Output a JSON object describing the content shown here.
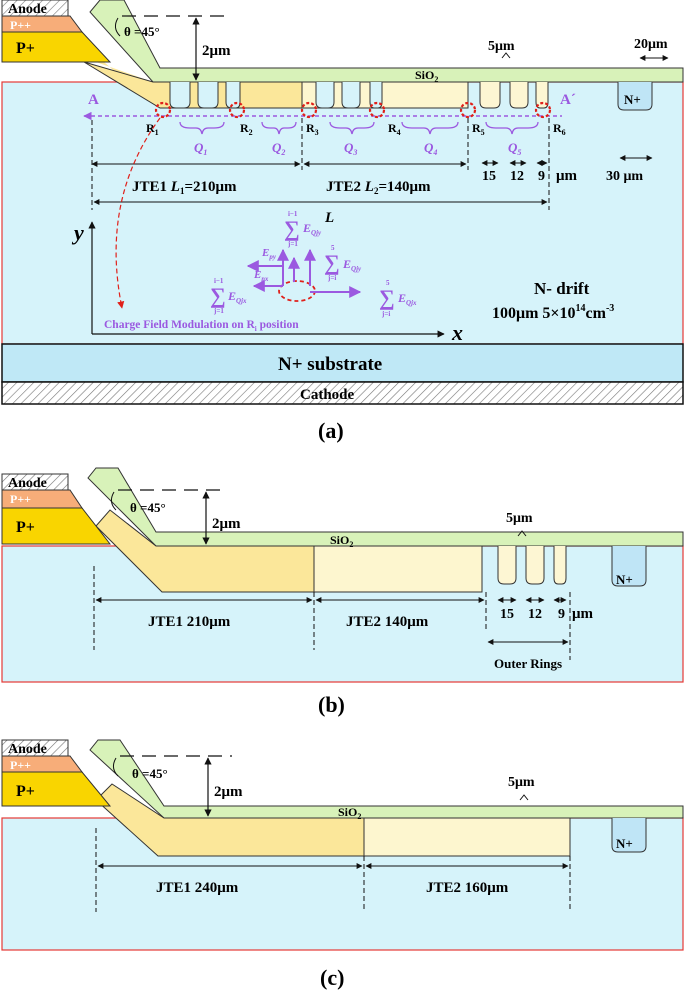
{
  "colors": {
    "drift": "#d6f3fa",
    "substrate": "#bfe8f6",
    "oxide": "#d8f2b9",
    "pplus": "#f9d500",
    "ppp": "#f7ad79",
    "jte1": "#fbe79a",
    "jte2": "#fdf6cf",
    "ring": "#fdf6d3",
    "nplus": "#bfe5f6",
    "border_red": "#e53935",
    "field_purple": "#9b59e0",
    "circle_red": "#e0201a",
    "text": "#111111"
  },
  "panel_a": {
    "anode": "Anode",
    "ppp": "P++",
    "pplus": "P+",
    "theta": "θ =45°",
    "oxide_thickness": "2μm",
    "sio2": "SiO",
    "sio2_sub": "2",
    "ring_spacing": "5μm",
    "edge_width": "20μm",
    "nplus": "N+",
    "point_a": "A",
    "point_a_prime": "A´",
    "ring_labels": [
      {
        "main": "R",
        "sub": "1"
      },
      {
        "main": "R",
        "sub": "2"
      },
      {
        "main": "R",
        "sub": "3"
      },
      {
        "main": "R",
        "sub": "4"
      },
      {
        "main": "R",
        "sub": "5"
      },
      {
        "main": "R",
        "sub": "6"
      }
    ],
    "charge_labels": [
      {
        "main": "Q",
        "sub": "1"
      },
      {
        "main": "Q",
        "sub": "2"
      },
      {
        "main": "Q",
        "sub": "3"
      },
      {
        "main": "Q",
        "sub": "4"
      },
      {
        "main": "Q",
        "sub": "5"
      }
    ],
    "jte1_label": "JTE1",
    "jte1_length_symbol": "L",
    "jte1_length_sub": "1",
    "jte1_length_value": "=210μm",
    "jte2_label": "JTE2",
    "jte2_length_symbol": "L",
    "jte2_length_sub": "2",
    "jte2_length_value": "=140μm",
    "ring_widths": [
      "15",
      "12",
      "9"
    ],
    "ring_width_unit": "μm",
    "nplus_width": "30 μm",
    "total_length": "L",
    "axis_y": "y",
    "axis_x": "x",
    "field_epy": "E",
    "field_epy_sub": "py",
    "field_epx": "E",
    "field_epx_sub": "px",
    "sum_symbol": "∑",
    "sum_qjy_left_top": "i−1",
    "sum_qjy_left_bottom": "j=1",
    "sum_qjy_right_top": "5",
    "sum_qjy_right_bottom": "j=i",
    "sum_qjx_left_top": "i−1",
    "sum_qjx_left_bottom": "j=1",
    "sum_qjx_right_top": "5",
    "sum_qjx_right_bottom": "j=i",
    "e_qjy": "E",
    "e_qjy_sub": "Qjy",
    "e_qjx": "E",
    "e_qjx_sub": "Qjx",
    "modulation_caption": "Charge Field Modulation on R",
    "modulation_caption_sub": "i",
    "modulation_caption_end": " position",
    "drift_label": "N- drift",
    "drift_spec": "100μm 5×10",
    "drift_spec_exp": "14",
    "drift_spec_unit": "cm",
    "drift_spec_unit_exp": "-3",
    "substrate": "N+ substrate",
    "cathode": "Cathode",
    "caption": "(a)"
  },
  "panel_b": {
    "anode": "Anode",
    "ppp": "P++",
    "pplus": "P+",
    "theta": "θ =45°",
    "oxide_thickness": "2μm",
    "sio2": "SiO",
    "sio2_sub": "2",
    "ring_spacing": "5μm",
    "nplus": "N+",
    "jte1_label": "JTE1",
    "jte1_length": "210μm",
    "jte2_label": "JTE2",
    "jte2_length": "140μm",
    "ring_widths": [
      "15",
      "12",
      "9"
    ],
    "ring_width_unit": "μm",
    "outer_rings": "Outer Rings",
    "caption": "(b)"
  },
  "panel_c": {
    "anode": "Anode",
    "ppp": "P++",
    "pplus": "P+",
    "theta": "θ =45°",
    "oxide_thickness": "2μm",
    "sio2": "SiO",
    "sio2_sub": "2",
    "ring_spacing": "5μm",
    "nplus": "N+",
    "jte1_label": "JTE1",
    "jte1_length": "240μm",
    "jte2_label": "JTE2",
    "jte2_length": "160μm",
    "caption": "(c)"
  }
}
